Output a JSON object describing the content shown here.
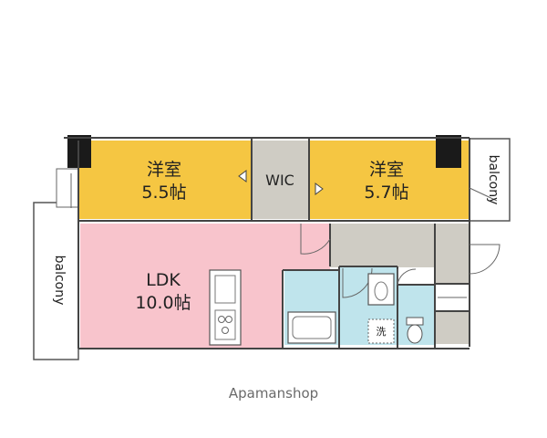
{
  "rooms": {
    "western_1": {
      "name": "洋室",
      "size": "5.5帖"
    },
    "wic": {
      "name": "WIC"
    },
    "western_2": {
      "name": "洋室",
      "size": "5.7帖"
    },
    "ldk": {
      "name": "LDK",
      "size": "10.0帖"
    }
  },
  "balconies": {
    "right": "balcony",
    "left": "balcony"
  },
  "fixtures": {
    "washer": "洗"
  },
  "watermark": "Apamanshop",
  "colors": {
    "western_room": "#f5c642",
    "wic": "#cfccc4",
    "ldk": "#f8c4cc",
    "wet_area": "#bfe4ec",
    "hall": "#cfccc4",
    "pillar": "#1a1a1a"
  }
}
